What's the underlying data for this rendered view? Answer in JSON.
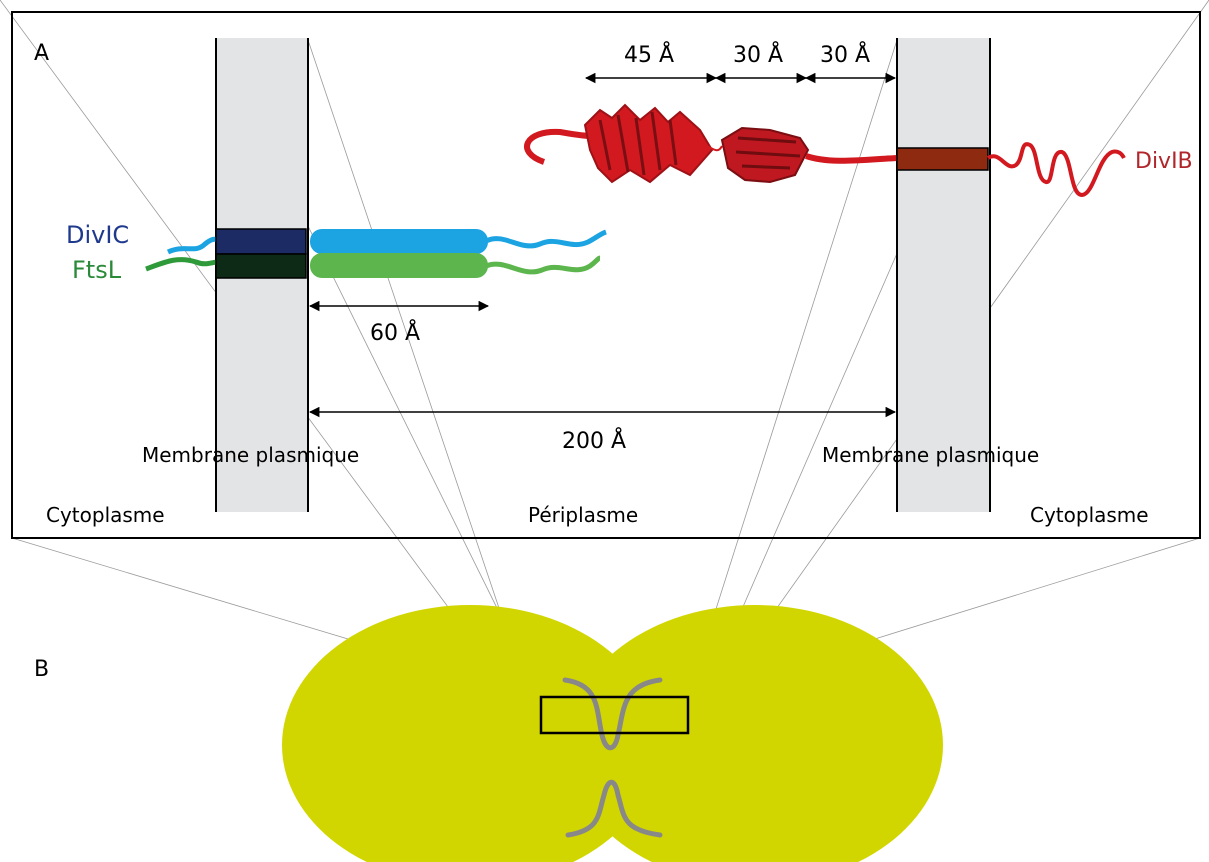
{
  "panel_a": {
    "label": "A",
    "membrane_left": "Membrane plasmique",
    "membrane_right": "Membrane plasmique",
    "cytoplasm_left": "Cytoplasme",
    "periplasm": "Périplasme",
    "cytoplasm_right": "Cytoplasme",
    "proteins": {
      "divic": "DivIC",
      "ftsl": "FtsL",
      "divib": "DivIB"
    },
    "measurements": {
      "d45": "45 Å",
      "d30a": "30 Å",
      "d30b": "30 Å",
      "d60": "60 Å",
      "d200": "200 Å"
    }
  },
  "panel_b": {
    "label": "B"
  },
  "colors": {
    "membrane_fill": "#e3e4e6",
    "divic_light": "#1ba3e2",
    "divic_tm": "#1c2b63",
    "ftsl_light": "#5db64d",
    "ftsl_tm": "#0d2a17",
    "divib": "#d2191f",
    "divib_dark": "#9e1116",
    "divib_tm": "#8e2a10",
    "divic_text": "#1f3a8c",
    "ftsl_text": "#2a8a3a",
    "divib_text": "#b0262a",
    "cell": "#d2d600",
    "septum": "#888888"
  }
}
